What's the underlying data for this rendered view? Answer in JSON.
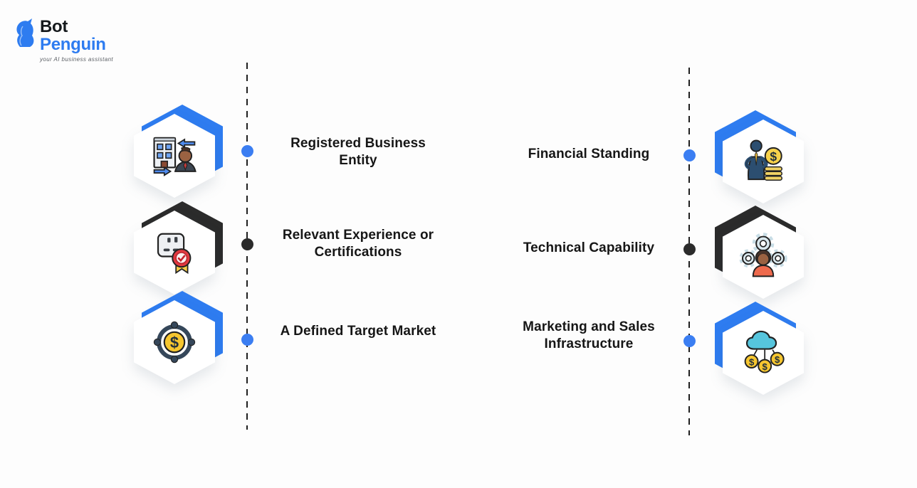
{
  "logo": {
    "name_top": "Bot",
    "name_bottom": "Penguin",
    "tagline": "your AI business assistant"
  },
  "colors": {
    "accent_blue": "#2e7cf0",
    "accent_dark": "#2b2b2b",
    "label_text": "#161616",
    "hexagon_face": "#ffffff"
  },
  "left_column": {
    "items": [
      {
        "label": "Registered Business Entity",
        "accent": "blue",
        "icon": "building-person-exchange-icon"
      },
      {
        "label": "Relevant Experience or Certifications",
        "accent": "dark",
        "icon": "certificate-ribbon-icon"
      },
      {
        "label": "A Defined Target Market",
        "accent": "blue",
        "icon": "target-dollar-icon"
      }
    ]
  },
  "right_column": {
    "items": [
      {
        "label": "Financial Standing",
        "accent": "blue",
        "icon": "businessman-coins-icon"
      },
      {
        "label": "Technical Capability",
        "accent": "dark",
        "icon": "gears-person-icon"
      },
      {
        "label": "Marketing and Sales Infrastructure",
        "accent": "blue",
        "icon": "cloud-coins-network-icon"
      }
    ]
  }
}
